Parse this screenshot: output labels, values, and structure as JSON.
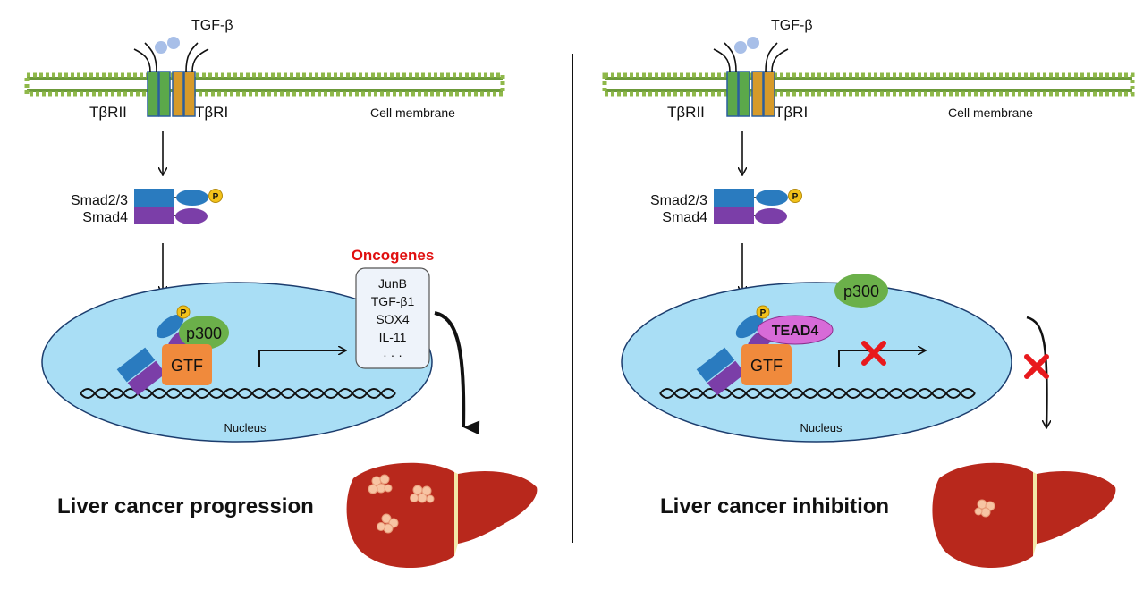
{
  "left": {
    "ligand": "TGF-β",
    "receptor_ii": "TβRII",
    "receptor_i": "TβRI",
    "membrane": "Cell membrane",
    "smad_top": "Smad2/3",
    "smad_bottom": "Smad4",
    "phospho": "P",
    "phospho_nuclear": "P",
    "coactivator": "p300",
    "gtf": "GTF",
    "nucleus": "Nucleus",
    "oncogenes_title": "Oncogenes",
    "oncogenes": [
      "JunB",
      "TGF-β1",
      "SOX4",
      "IL-11",
      "· · ·"
    ],
    "outcome": "Liver cancer progression"
  },
  "right": {
    "ligand": "TGF-β",
    "receptor_ii": "TβRII",
    "receptor_i": "TβRI",
    "membrane": "Cell membrane",
    "smad_top": "Smad2/3",
    "smad_bottom": "Smad4",
    "phospho": "P",
    "phospho_nuclear": "P",
    "coactivator": "p300",
    "tead": "TEAD4",
    "gtf": "GTF",
    "nucleus": "Nucleus",
    "outcome": "Liver cancer inhibition"
  },
  "colors": {
    "membrane": "#8fb84a",
    "nucleus": "#a9def5",
    "smad_blue": "#2a7bbf",
    "smad_purple": "#7b3ea8",
    "p300": "#6bb04a",
    "gtf": "#f08a3c",
    "tead": "#d76bd8",
    "phospho": "#f2c21a",
    "liver": "#b8281c",
    "inhibit": "#e8191d",
    "oncogene_title": "#e01010"
  }
}
